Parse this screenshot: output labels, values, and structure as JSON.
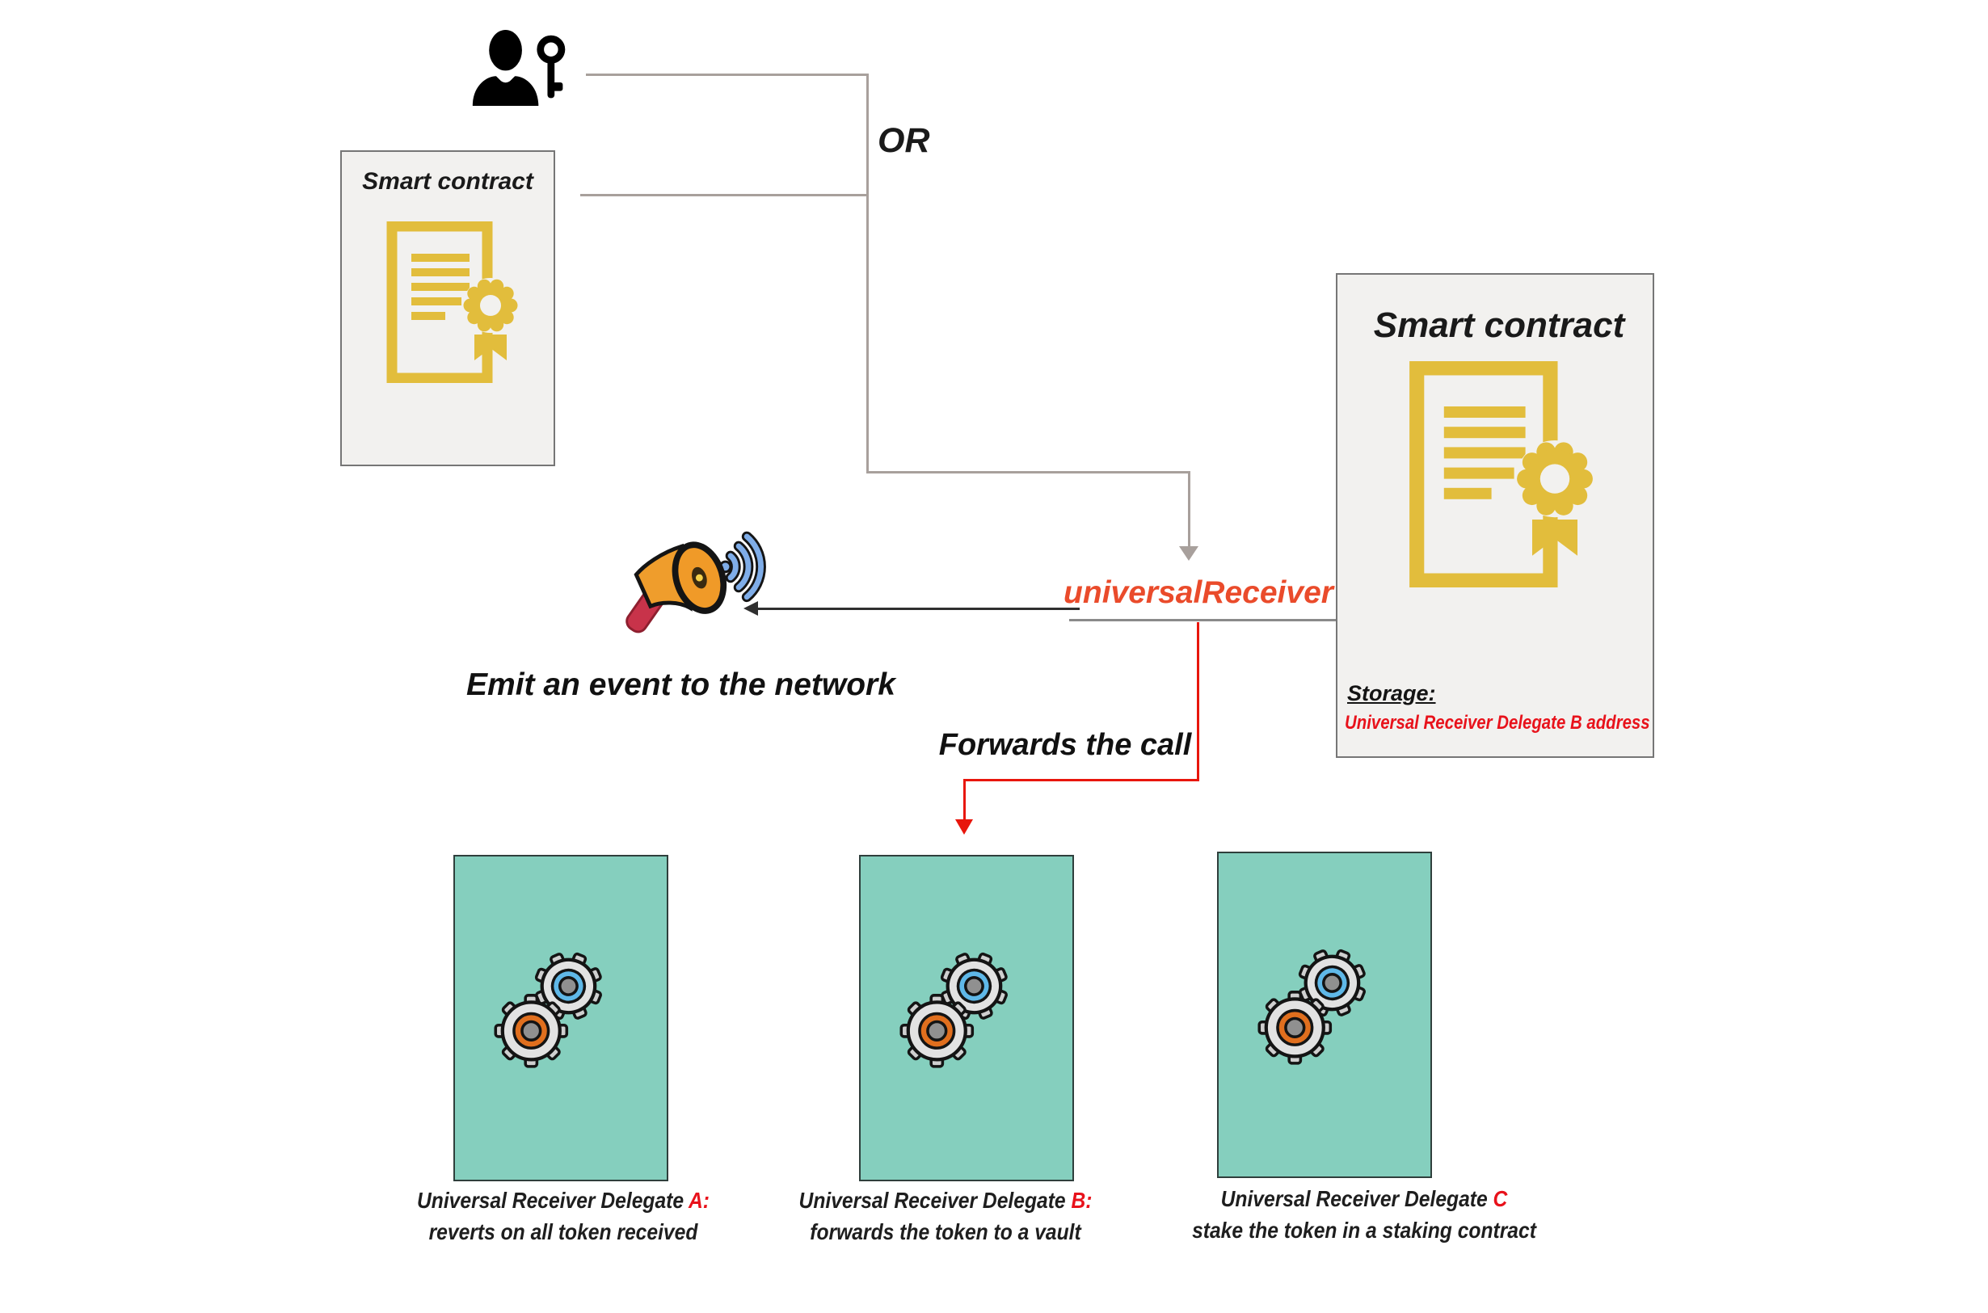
{
  "colors": {
    "accent_red": "#E8121B",
    "orange_red": "#EA4B2B",
    "certificate_yellow": "#E2BD3C",
    "delegate_teal": "#85CFBE",
    "connector_gray": "#A8A09C"
  },
  "labels": {
    "or": "OR",
    "universal_receiver": "universalReceiver",
    "emit_event": "Emit an event to the network",
    "forwards_call": "Forwards the call"
  },
  "actors": {
    "user": {
      "icon": "user-key-icon"
    },
    "left_contract": {
      "title": "Smart contract",
      "icon": "contract-certificate-icon"
    },
    "right_contract": {
      "title": "Smart contract",
      "icon": "contract-certificate-icon",
      "storage_label": "Storage:",
      "storage_value": "Universal Receiver Delegate B address"
    }
  },
  "delegates": [
    {
      "prefix": "Universal Receiver Delegate ",
      "letter": "A:",
      "description": "reverts on all token received",
      "icon": "gears-icon"
    },
    {
      "prefix": "Universal Receiver Delegate ",
      "letter": "B:",
      "description": "forwards the token to a vault",
      "icon": "gears-icon"
    },
    {
      "prefix": "Universal Receiver Delegate ",
      "letter": "C",
      "description": "stake the token in a staking contract",
      "icon": "gears-icon"
    }
  ]
}
